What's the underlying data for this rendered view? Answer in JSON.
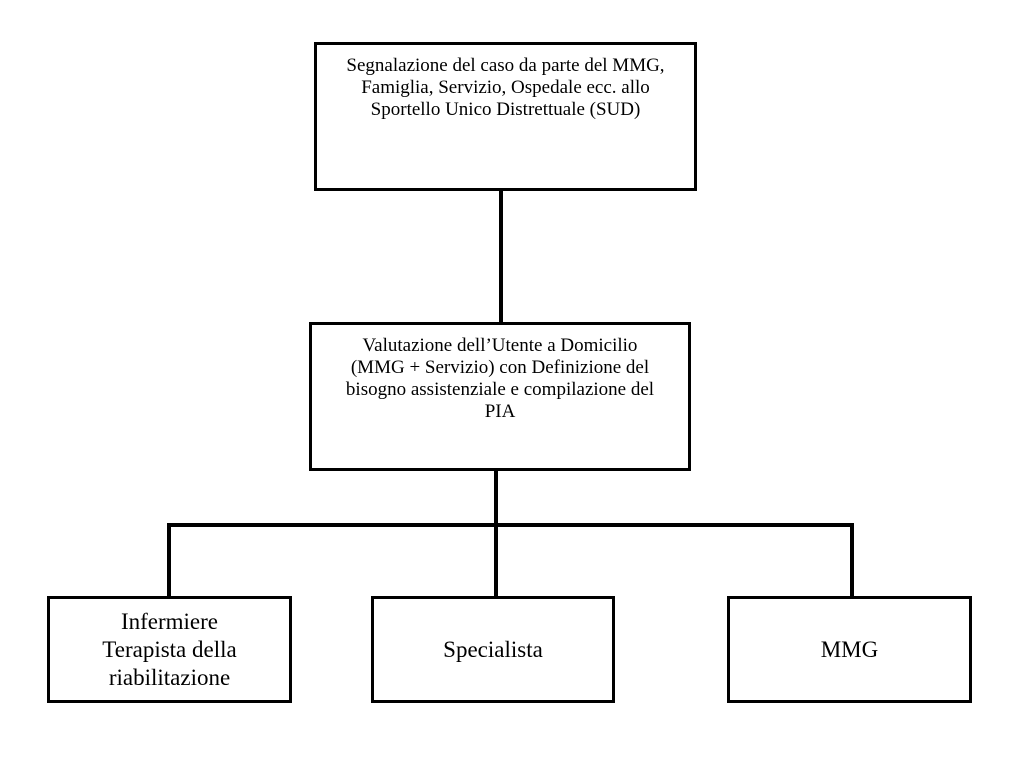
{
  "diagram": {
    "boxes": {
      "top": {
        "lines": [
          "Segnalazione del caso da parte del MMG,",
          "Famiglia, Servizio, Ospedale ecc. allo",
          "Sportello Unico Distrettuale (SUD)"
        ]
      },
      "middle": {
        "lines": [
          "Valutazione dell’Utente a Domicilio",
          "(MMG + Servizio) con Definizione del",
          "bisogno assistenziale e compilazione del",
          "PIA"
        ]
      },
      "infermiere": {
        "lines": [
          "Infermiere",
          "Terapista della",
          "riabilitazione"
        ]
      },
      "specialista": {
        "label": "Specialista"
      },
      "mmg": {
        "label": "MMG"
      }
    },
    "colors": {
      "stroke": "#000000",
      "background": "#ffffff"
    }
  }
}
